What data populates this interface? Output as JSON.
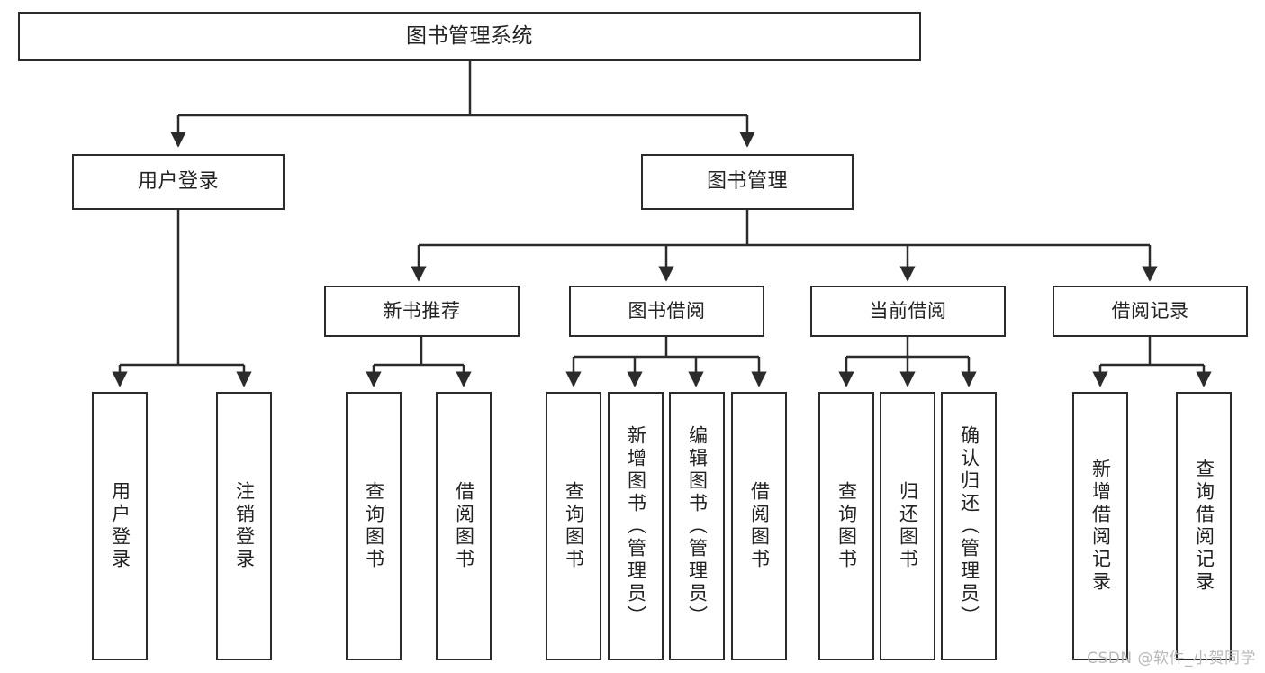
{
  "diagram": {
    "title": "图书管理系统",
    "type": "tree-hierarchy",
    "watermark": "CSDN @软件_小贺同学",
    "colors": {
      "box_border": "#2b2b2b",
      "box_fill": "#ffffff",
      "edge": "#2b2b2b",
      "text": "#222222",
      "watermark": "#b9b9b9",
      "background": "#ffffff"
    },
    "nodes": {
      "root": {
        "label": "图书管理系统"
      },
      "level2": [
        {
          "label": "用户登录"
        },
        {
          "label": "图书管理"
        }
      ],
      "level3": [
        {
          "label": "新书推荐"
        },
        {
          "label": "图书借阅"
        },
        {
          "label": "当前借阅"
        },
        {
          "label": "借阅记录"
        }
      ],
      "leaves": {
        "user_login": [
          {
            "label": "用户登录"
          },
          {
            "label": "注销登录"
          }
        ],
        "new_book_recommend": [
          {
            "label": "查询图书"
          },
          {
            "label": "借阅图书"
          }
        ],
        "book_borrow": [
          {
            "label": "查询图书"
          },
          {
            "label": "新增图书（管理员）"
          },
          {
            "label": "编辑图书（管理员）"
          },
          {
            "label": "借阅图书"
          }
        ],
        "current_borrow": [
          {
            "label": "查询图书"
          },
          {
            "label": "归还图书"
          },
          {
            "label": "确认归还（管理员）"
          }
        ],
        "borrow_record": [
          {
            "label": "新增借阅记录"
          },
          {
            "label": "查询借阅记录"
          }
        ]
      }
    }
  }
}
